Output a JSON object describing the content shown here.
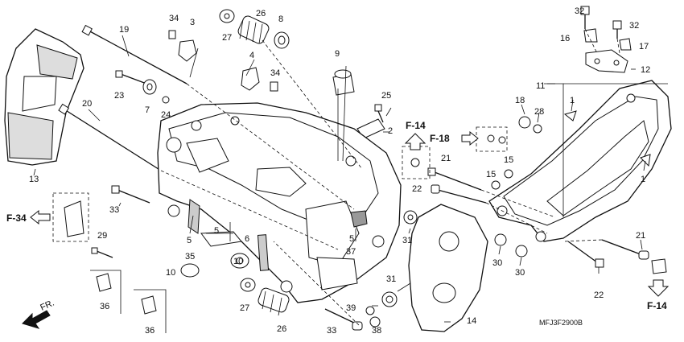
{
  "diagram": {
    "code": "MFJ3F2900B",
    "direction_label": "FR.",
    "ref_labels": [
      "F-34",
      "F-14",
      "F-18",
      "F-14"
    ],
    "callouts": [
      "34",
      "3",
      "26",
      "8",
      "27",
      "19",
      "4",
      "34",
      "23",
      "7",
      "24",
      "9",
      "25",
      "2",
      "20",
      "13",
      "33",
      "29",
      "36",
      "36",
      "5",
      "35",
      "10",
      "6",
      "5",
      "5",
      "37",
      "10",
      "27",
      "26",
      "31",
      "31",
      "39",
      "33",
      "38",
      "14",
      "32",
      "16",
      "32",
      "17",
      "12",
      "11",
      "1",
      "18",
      "28",
      "21",
      "15",
      "15",
      "22",
      "1",
      "30",
      "30",
      "21",
      "22"
    ]
  }
}
